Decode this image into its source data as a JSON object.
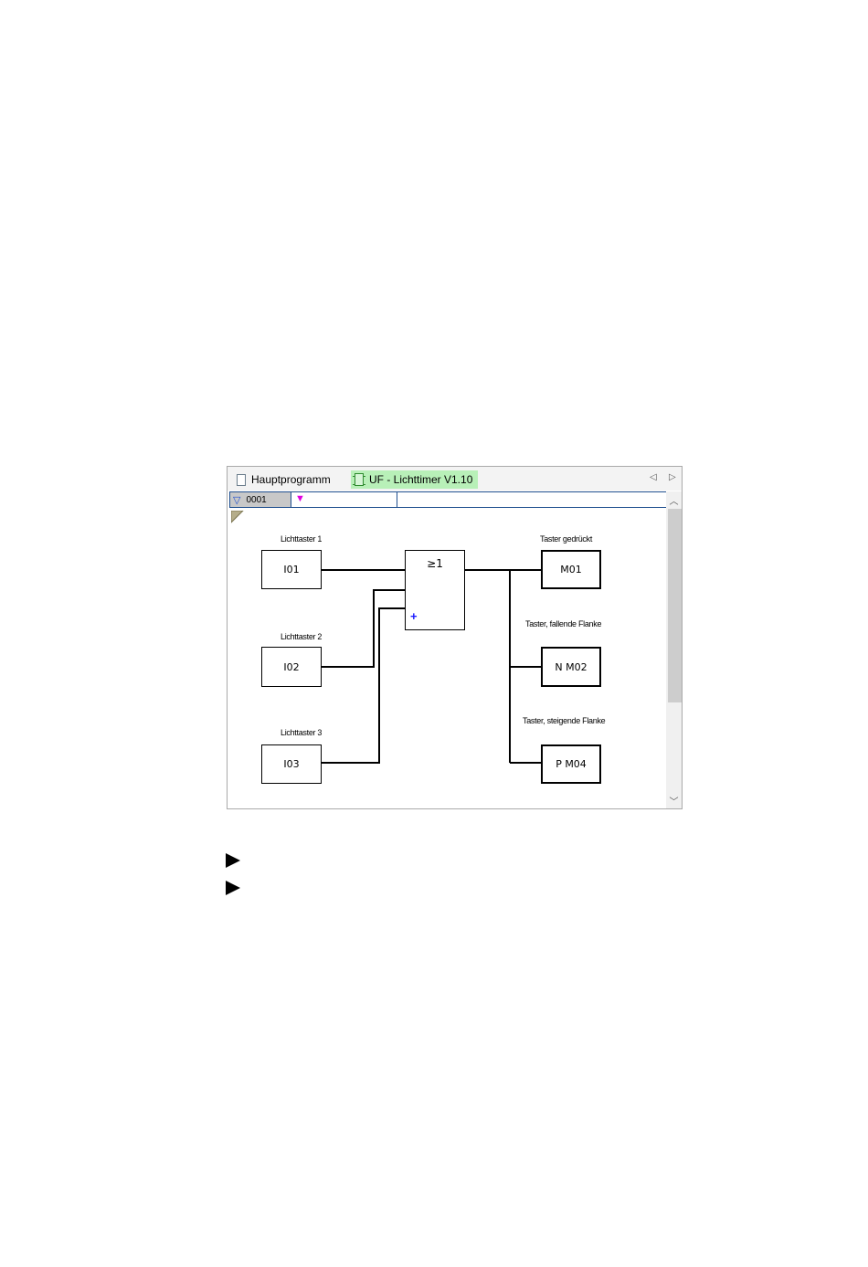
{
  "tabs": [
    {
      "label": "Hauptprogramm",
      "icon": "document-icon",
      "active": false
    },
    {
      "label": "UF - Lichttimer V1.10",
      "icon": "function-block-icon",
      "active": true,
      "color": "#b8f0b8"
    }
  ],
  "ruler": {
    "network_number": "0001"
  },
  "diagram": {
    "inputs": [
      {
        "label": "Lichttaster 1",
        "operand": "I01"
      },
      {
        "label": "Lichttaster 2",
        "operand": "I02"
      },
      {
        "label": "Lichttaster 3",
        "operand": "I03"
      }
    ],
    "or_block": {
      "symbol": "≥1",
      "add_input": "+"
    },
    "outputs": [
      {
        "label": "Taster gedrückt",
        "operand": "M01"
      },
      {
        "label": "Taster, fallende Flanke",
        "operand": "N M02"
      },
      {
        "label": "Taster, steigende Flanke",
        "operand": "P M04"
      }
    ]
  },
  "bullets": [
    "",
    ""
  ]
}
